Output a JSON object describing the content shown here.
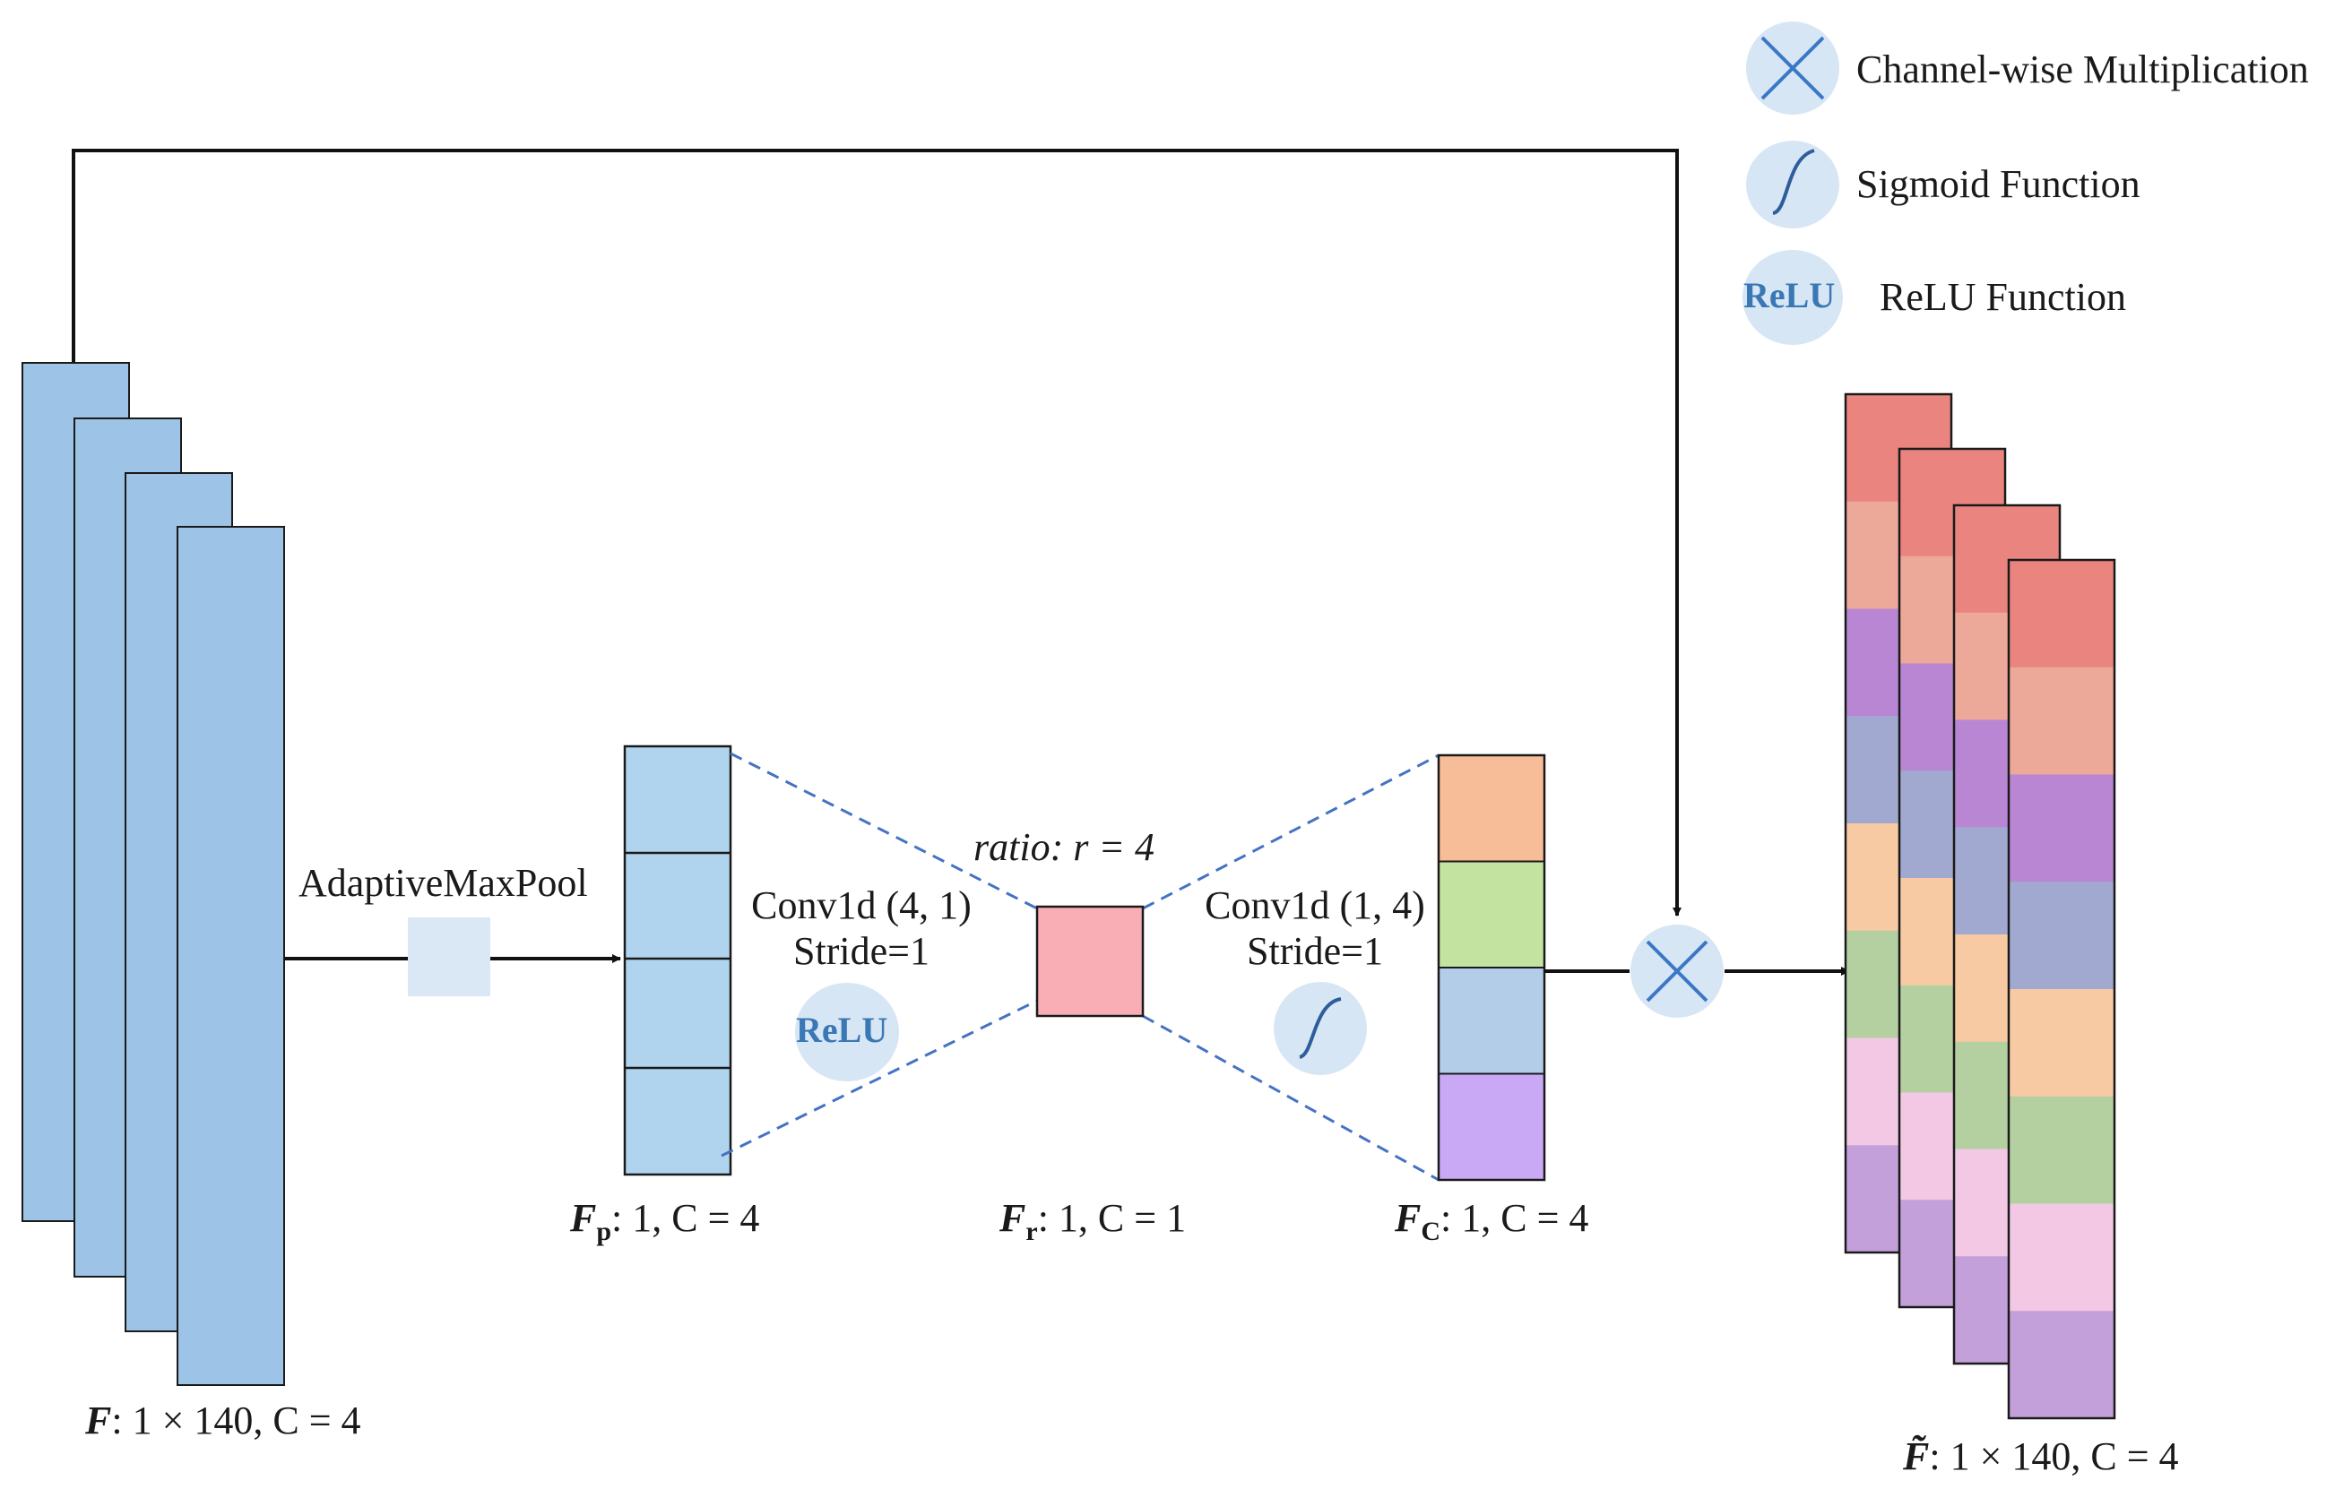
{
  "legend": {
    "items": [
      {
        "icon": "channel-wise-multiplication-icon",
        "label": "Channel-wise  Multiplication"
      },
      {
        "icon": "sigmoid-icon",
        "label": "Sigmoid  Function"
      },
      {
        "icon": "relu-icon",
        "icon_text": "ReLU",
        "label": "ReLU  Function"
      }
    ]
  },
  "labels": {
    "pool": "AdaptiveMaxPool",
    "conv1": "Conv1d (4, 1)",
    "stride1": "Stride=1",
    "relu": "ReLU",
    "ratio": "ratio: r = 4",
    "conv2": "Conv1d (1, 4)",
    "stride2": "Stride=1"
  },
  "tensors": {
    "F": {
      "sym": "F",
      "sub": "",
      "text": ":  1 × 140, C  = 4"
    },
    "Fp": {
      "sym": "F",
      "sub": "p",
      "text": ":  1, C  = 4"
    },
    "Fr": {
      "sym": "F",
      "sub": "r",
      "text": ": 1, C  = 1"
    },
    "Fc": {
      "sym": "F",
      "sub": "C",
      "text": ":  1, C  = 4"
    },
    "Fout": {
      "sym": "F̃",
      "sub": "",
      "text": ":  1 × 140, C  = 4"
    }
  },
  "colors": {
    "input_blue": "#9dc3e6",
    "pool_box": "#dae8f5",
    "fp_blue": "#b0d4ee",
    "fr_pink": "#f8aeb4",
    "op_circle": "#d7e6f4",
    "line_blue": "#4472c4",
    "relu_blue": "#3a78b5",
    "fc_cells": [
      "#f7bd98",
      "#c3e3a1",
      "#b3cde9",
      "#c9a9f5"
    ],
    "out_cells": [
      "#e9847f",
      "#eca898",
      "#b986d4",
      "#a2a9d0",
      "#f7caa4",
      "#b5d0a0",
      "#f2c8e4",
      "#c3a0da"
    ]
  }
}
